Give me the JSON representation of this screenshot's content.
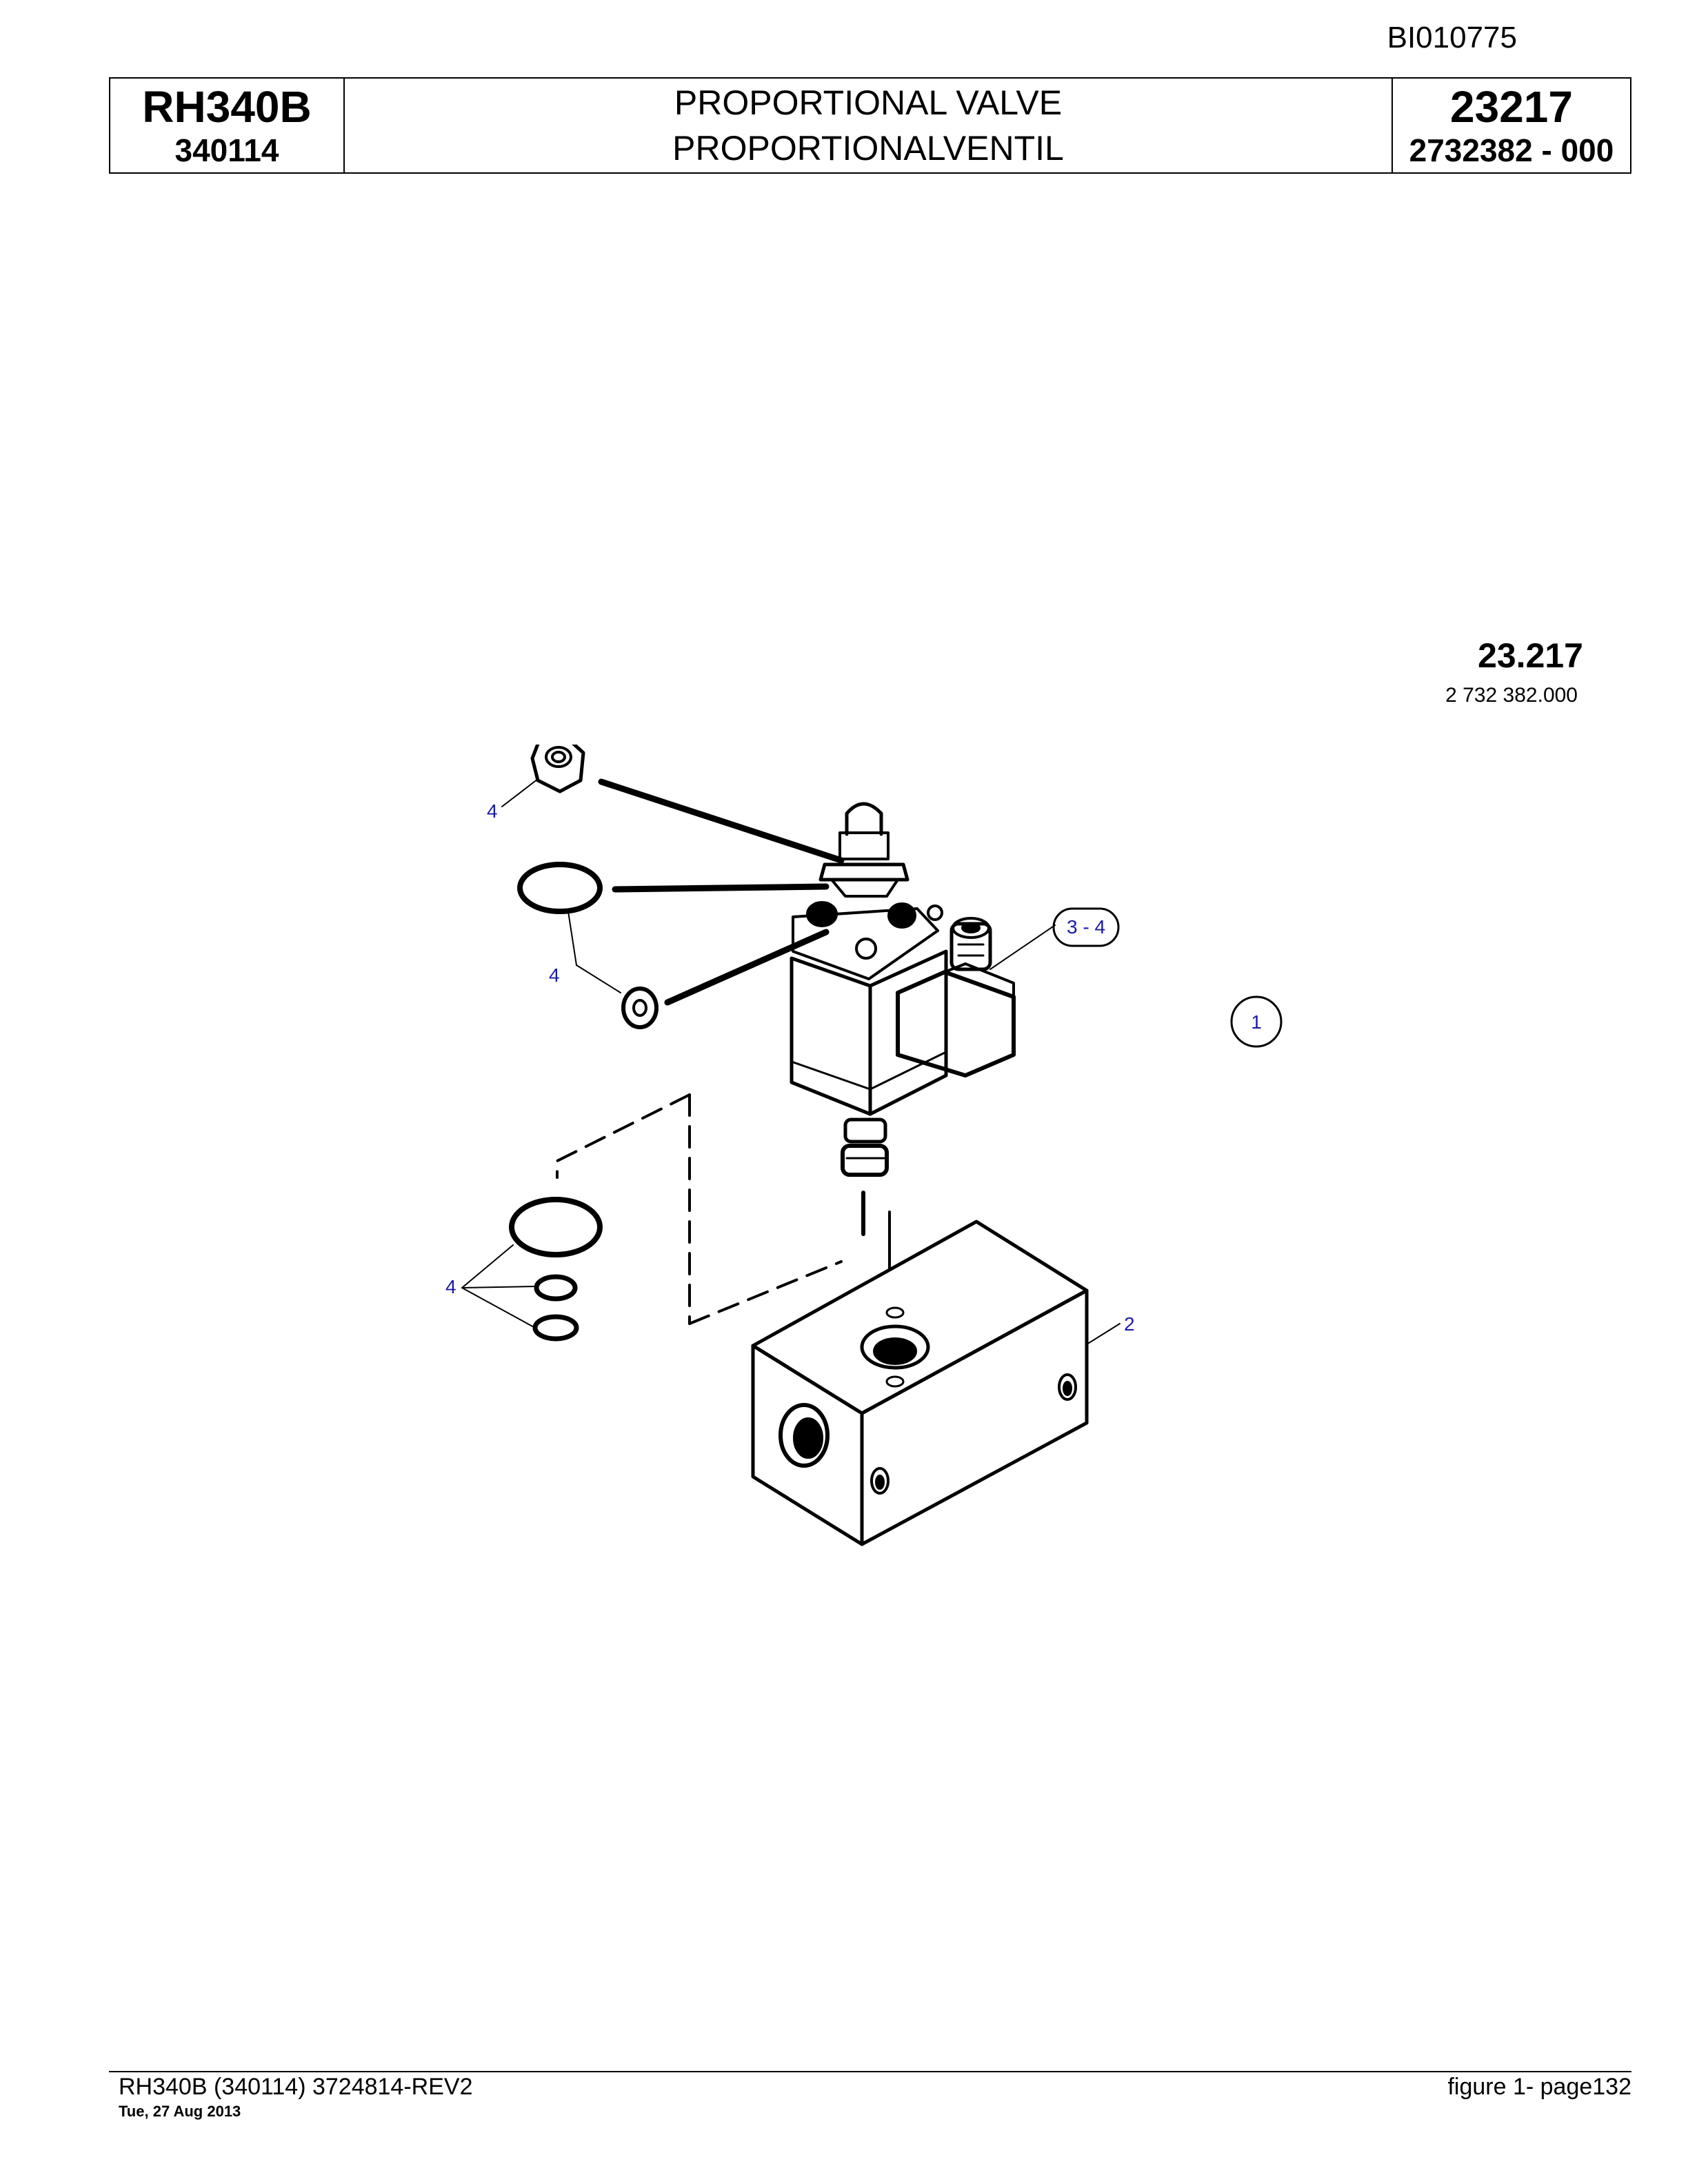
{
  "document_id": "BI010775",
  "header": {
    "model": "RH340B",
    "serial": "340114",
    "title_en": "PROPORTIONAL VALVE",
    "title_de": "PROPORTIONALVENTIL",
    "group_number": "23217",
    "part_number": "2732382  - 000"
  },
  "figure": {
    "number": "23.217",
    "part_number": "2 732 382.000",
    "callouts": [
      "4",
      "4",
      "4",
      "3 - 4",
      "1",
      "2"
    ]
  },
  "footer": {
    "left": "RH340B (340114) 3724814-REV2",
    "date": "Tue, 27 Aug 2013",
    "right": "figure  1- page132"
  }
}
